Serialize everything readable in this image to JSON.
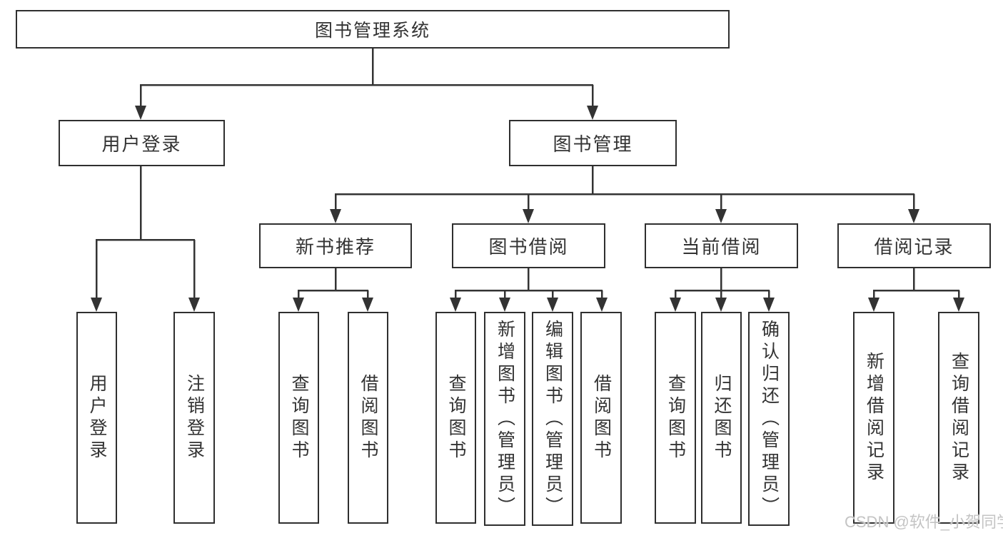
{
  "diagram": {
    "root": {
      "label": "图书管理系统"
    },
    "branches": [
      {
        "label": "用户登录",
        "children": [
          {
            "label": "用户登录"
          },
          {
            "label": "注销登录"
          }
        ]
      },
      {
        "label": "图书管理",
        "children": [
          {
            "label": "新书推荐",
            "children": [
              {
                "label": "查询图书"
              },
              {
                "label": "借阅图书"
              }
            ]
          },
          {
            "label": "图书借阅",
            "children": [
              {
                "label": "查询图书"
              },
              {
                "label": "新增图书（管理员）"
              },
              {
                "label": "编辑图书（管理员）"
              },
              {
                "label": "借阅图书"
              }
            ]
          },
          {
            "label": "当前借阅",
            "children": [
              {
                "label": "查询图书"
              },
              {
                "label": "归还图书"
              },
              {
                "label": "确认归还（管理员）"
              }
            ]
          },
          {
            "label": "借阅记录",
            "children": [
              {
                "label": "新增借阅记录"
              },
              {
                "label": "查询借阅记录"
              }
            ]
          }
        ]
      }
    ]
  },
  "watermark": {
    "text": "CSDN @软件_小贺同学"
  },
  "colors": {
    "line": "#333333",
    "box_border": "#2f2f2f",
    "box_fill": "#ffffff",
    "background": "#ffffff",
    "watermark": "#c4c4c4"
  }
}
